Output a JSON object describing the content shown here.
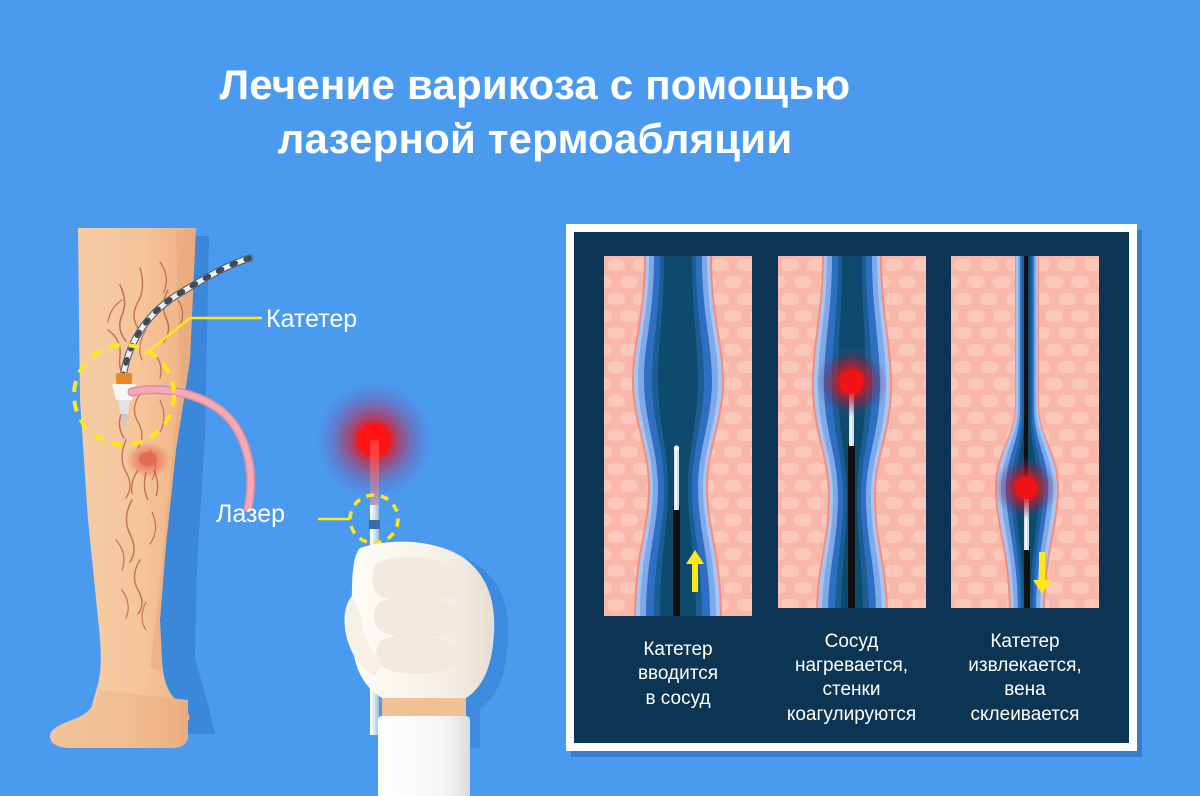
{
  "meta": {
    "background_color": "#4A9BF0",
    "frame_color": "#FFFFFF",
    "panel_color": "#0B3553",
    "accent_yellow": "#FFE81A",
    "laser_red": "#F01414",
    "tissue_pink": "#F9B7A9",
    "vein_mid_blue": "#2E6FC4",
    "vein_light_blue": "#7FA8E8",
    "vein_lumen": "#0E4A6E",
    "skin_color": "#F3C094",
    "glove_color": "#FAF3EC"
  },
  "header": {
    "title_line_1": "Лечение варикоза с помощью",
    "title_line_2": "лазерной термоабляции"
  },
  "callouts": [
    {
      "id": "catheter",
      "label": "Катетер"
    },
    {
      "id": "laser",
      "label": "Лазер"
    }
  ],
  "left_illustration": {
    "leg_label": "varicose-leg",
    "hand_label": "gloved-hand-holding-laser",
    "highlight_circles": 2,
    "catheter_hub_color": "#E8872B",
    "tube_color": "#F4A8B8"
  },
  "steps": [
    {
      "index": 1,
      "caption": "Катетер\nвводится\nв сосуд",
      "arrow_direction": "up",
      "vein_state": "dilated",
      "laser_on": false
    },
    {
      "index": 2,
      "caption": "Сосуд\nнагревается,\nстенки\nкоагулируются",
      "arrow_direction": "none",
      "vein_state": "heating",
      "laser_on": true
    },
    {
      "index": 3,
      "caption": "Катетер\nизвлекается,\nвена\nсклеивается",
      "arrow_direction": "down",
      "vein_state": "collapsed",
      "laser_on": true
    }
  ]
}
